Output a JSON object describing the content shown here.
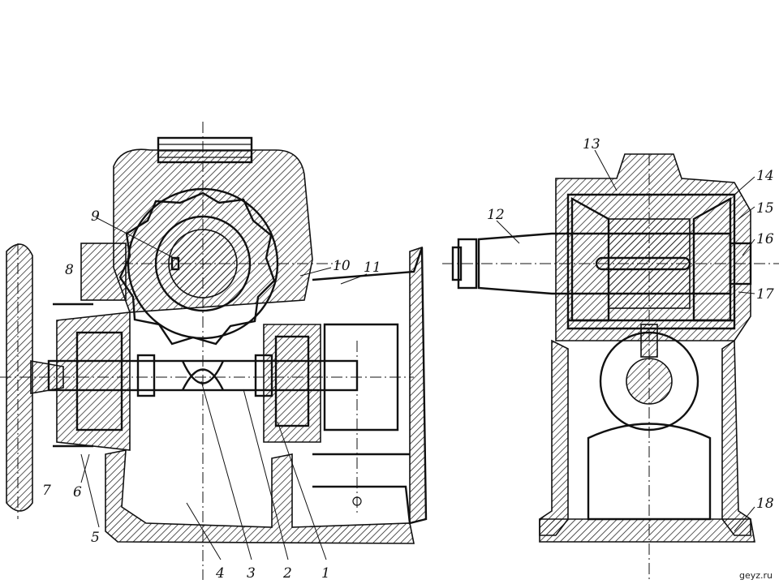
{
  "labels": [
    {
      "id": "1",
      "text": "1"
    },
    {
      "id": "2",
      "text": "2"
    },
    {
      "id": "3",
      "text": "3"
    },
    {
      "id": "4",
      "text": "4"
    },
    {
      "id": "5",
      "text": "5"
    },
    {
      "id": "6",
      "text": "6"
    },
    {
      "id": "7",
      "text": "7"
    },
    {
      "id": "8",
      "text": "8"
    },
    {
      "id": "9",
      "text": "9"
    },
    {
      "id": "10",
      "text": "10"
    },
    {
      "id": "11",
      "text": "11"
    },
    {
      "id": "12",
      "text": "12"
    },
    {
      "id": "13",
      "text": "13"
    },
    {
      "id": "14",
      "text": "14"
    },
    {
      "id": "15",
      "text": "15"
    },
    {
      "id": "16",
      "text": "16"
    },
    {
      "id": "17",
      "text": "17"
    },
    {
      "id": "18",
      "text": "18"
    }
  ],
  "watermark": "geyz.ru"
}
